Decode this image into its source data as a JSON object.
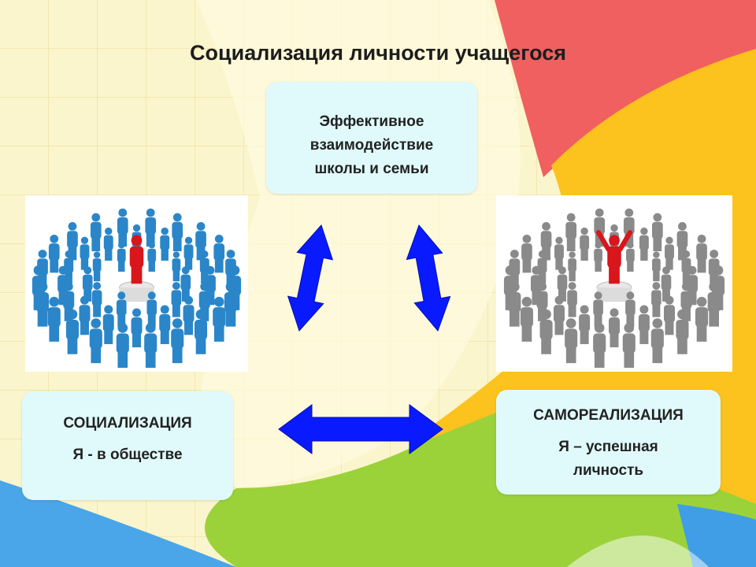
{
  "title": "Социализация личности учащегося",
  "top_box": {
    "line1": "Эффективное",
    "line2": "взаимодействие",
    "line3": "школы и семьи"
  },
  "left_box": {
    "line1": "СОЦИАЛИЗАЦИЯ",
    "line2": "Я  - в обществе"
  },
  "right_box": {
    "line1": "САМОРЕАЛИЗАЦИЯ",
    "line2": "Я – успешная",
    "line3": "личность"
  },
  "colors": {
    "arrow": "#0a1aff",
    "box_fill": "#e0fafc",
    "people_left": "#2a86c8",
    "people_right": "#8a8a8a",
    "leader": "#d8161c"
  }
}
